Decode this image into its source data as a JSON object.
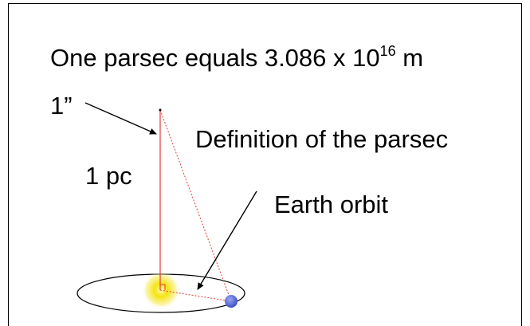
{
  "title": {
    "prefix": "One parsec equals 3.086 x 10",
    "exponent": "16",
    "suffix": " m"
  },
  "labels": {
    "angle": "1”",
    "distance": "1 pc",
    "definition": "Definition of the parsec",
    "earth_orbit": "Earth orbit"
  },
  "colors": {
    "baseline": "#e23b3b",
    "orbit": "#000000",
    "sun": "#f5e10a",
    "earth": "#5d6fe0"
  }
}
